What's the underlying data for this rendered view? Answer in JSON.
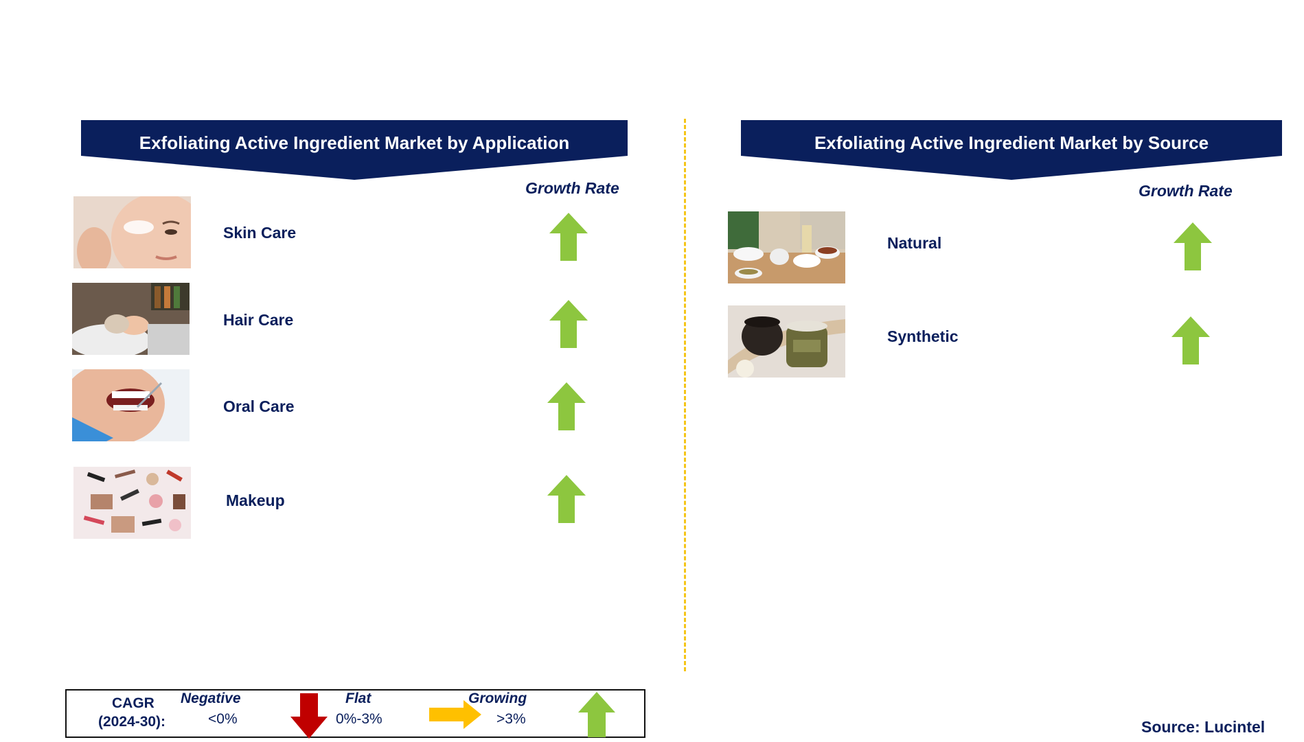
{
  "colors": {
    "navy": "#0a1f5c",
    "growing": "#8dc63f",
    "negative": "#c00000",
    "flat": "#ffc000",
    "divider": "#f5c518"
  },
  "left_panel": {
    "title": "Exfoliating Active Ingredient Market by Application",
    "growth_header": "Growth Rate",
    "items": [
      {
        "label": "Skin Care",
        "trend": "growing",
        "icon": "skin-care-photo"
      },
      {
        "label": "Hair Care",
        "trend": "growing",
        "icon": "hair-care-photo"
      },
      {
        "label": "Oral Care",
        "trend": "growing",
        "icon": "oral-care-photo"
      },
      {
        "label": "Makeup",
        "trend": "growing",
        "icon": "makeup-photo"
      }
    ]
  },
  "right_panel": {
    "title": "Exfoliating Active Ingredient Market by Source",
    "growth_header": "Growth Rate",
    "items": [
      {
        "label": "Natural",
        "trend": "growing",
        "icon": "natural-ingredients-photo"
      },
      {
        "label": "Synthetic",
        "trend": "growing",
        "icon": "synthetic-jars-photo"
      }
    ]
  },
  "legend": {
    "cagr_label": "CAGR",
    "period": "(2024-30):",
    "negative": {
      "label": "Negative",
      "range": "<0%"
    },
    "flat": {
      "label": "Flat",
      "range": "0%-3%"
    },
    "growing": {
      "label": "Growing",
      "range": ">3%"
    }
  },
  "source": "Source: Lucintel"
}
